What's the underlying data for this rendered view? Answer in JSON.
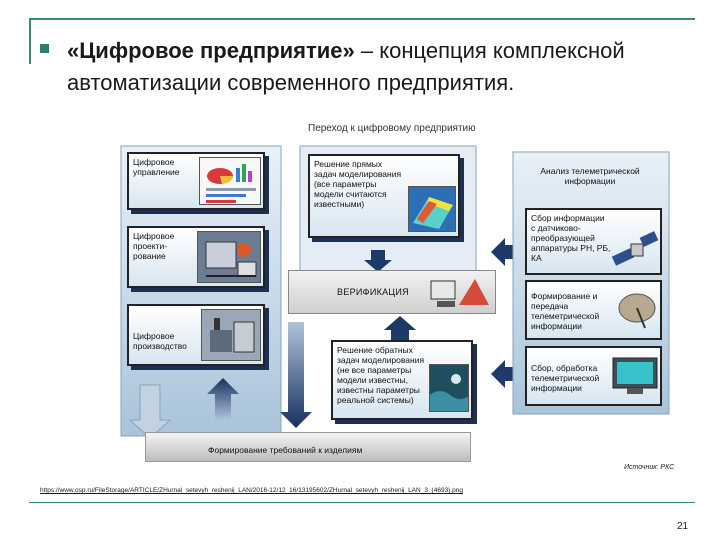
{
  "slide": {
    "title_bold": "«Цифровое предприятие»",
    "title_rest": " – концепция комплексной автоматизации современного предприятия.",
    "page_number": "21"
  },
  "diagram": {
    "heading": "Переход к цифровому предприятию",
    "left_boxes": [
      "Цифровое управление",
      "Цифровое проекти-рование",
      "Цифровое производство"
    ],
    "direct_tasks": "Решение прямых задач моделирования (все параметры модели считаются известными)",
    "inverse_tasks": "Решение обратных задач моделирования (не все параметры модели известны, известны параметры реальной системы)",
    "verification": "ВЕРИФИКАЦИЯ",
    "requirements": "Формирование требований к изделиям",
    "right_panel": {
      "title": "Анализ телеметрической информации",
      "items": [
        "Сбор информации с датчиково-преобразующей аппаратуры РН, РБ, КА",
        "Формирование и передача телеметрической информации",
        "Сбор, обработка телеметрической информации"
      ]
    },
    "source": "Источник: РКС"
  },
  "footer": {
    "url": "https://www.osp.ru/FileStorage/ARTICLE/ZHurnal_setevyh_reshenij_LAN/2016-12/12_16/13195602/ZHurnal_setevyh_reshenij_LAN_3_(4693).png"
  },
  "colors": {
    "accent": "#2e7d6e",
    "box_border": "#222222",
    "arrow": "#1d3a6b"
  }
}
